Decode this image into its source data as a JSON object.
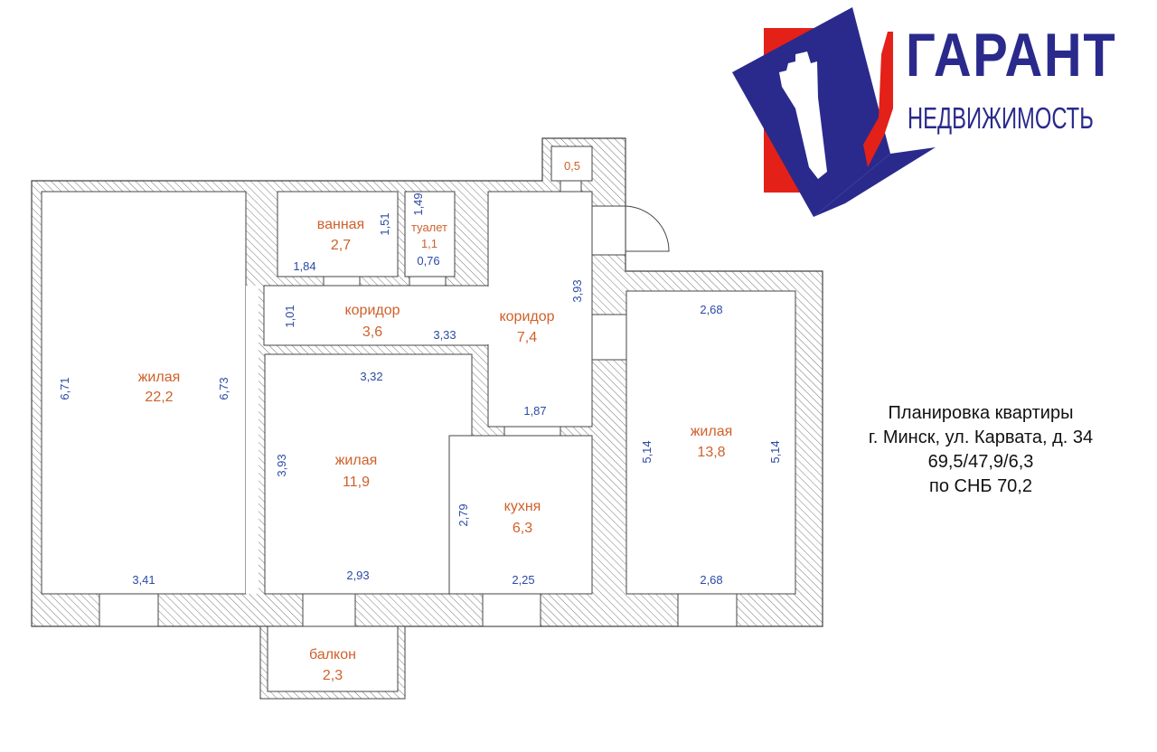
{
  "logo": {
    "title": "ГАРАНТ",
    "subtitle": "НЕДВИЖИМОСТЬ",
    "colors": {
      "blue": "#2a2a8c",
      "red": "#e32119"
    }
  },
  "info": {
    "line1": "Планировка квартиры",
    "line2": "г. Минск, ул. Карвата, д. 34",
    "line3": "69,5/47,9/6,3",
    "line4": "по СНБ 70,2"
  },
  "rooms": {
    "living1": {
      "name": "жилая",
      "area": "22,2",
      "dim_left": "6,71",
      "dim_right": "6,73",
      "dim_bottom": "3,41"
    },
    "bathroom": {
      "name": "ванная",
      "area": "2,7",
      "dim_side": "1,51",
      "dim_bottom": "1,84"
    },
    "toilet": {
      "name": "туалет",
      "area": "1,1",
      "dim_side": "1,49",
      "dim_bottom": "0,76"
    },
    "storage": {
      "area": "0,5"
    },
    "corridor1": {
      "name": "коридор",
      "area": "3,6",
      "dim_side": "1,01",
      "dim_bottom": "3,33"
    },
    "corridor2": {
      "name": "коридор",
      "area": "7,4",
      "dim_side": "3,93",
      "dim_bottom": "1,87"
    },
    "living2": {
      "name": "жилая",
      "area": "11,9",
      "dim_top": "3,32",
      "dim_side": "3,93",
      "dim_bottom": "2,93"
    },
    "kitchen": {
      "name": "кухня",
      "area": "6,3",
      "dim_side": "2,79",
      "dim_bottom": "2,25"
    },
    "living3": {
      "name": "жилая",
      "area": "13,8",
      "dim_top": "2,68",
      "dim_left": "5,14",
      "dim_right": "5,14",
      "dim_bottom": "2,68"
    },
    "balcony": {
      "name": "балкон",
      "area": "2,3"
    }
  }
}
